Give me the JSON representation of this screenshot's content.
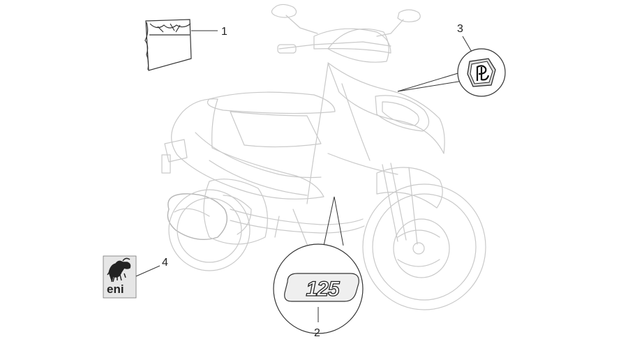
{
  "diagram": {
    "callouts": [
      {
        "id": "1",
        "label": "1"
      },
      {
        "id": "2",
        "label": "2"
      },
      {
        "id": "3",
        "label": "3"
      },
      {
        "id": "4",
        "label": "4"
      }
    ],
    "badge_125_text": "125",
    "eni_text": "eni",
    "colors": {
      "outline": "#c9c9c9",
      "part_stroke": "#333333",
      "eni_yellow_bg": "#e8e8e8"
    },
    "icons": {
      "decal_kit": "document-pack-icon",
      "piaggio_logo": "piaggio-badge-icon",
      "eni_logo": "eni-six-legged-dog-icon"
    }
  }
}
